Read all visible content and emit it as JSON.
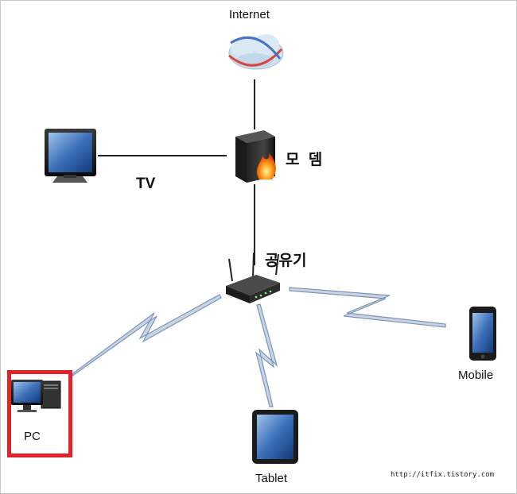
{
  "nodes": {
    "internet": "Internet",
    "modem": "모 뎀",
    "tv": "TV",
    "router": "공유기",
    "mobile": "Mobile",
    "pc": "PC",
    "tablet": "Tablet"
  },
  "watermark": "http://itfix.tistory.com",
  "colors": {
    "highlight": "#e0232a",
    "wired_link": "#222222",
    "wireless_link": "#7d95b5"
  }
}
